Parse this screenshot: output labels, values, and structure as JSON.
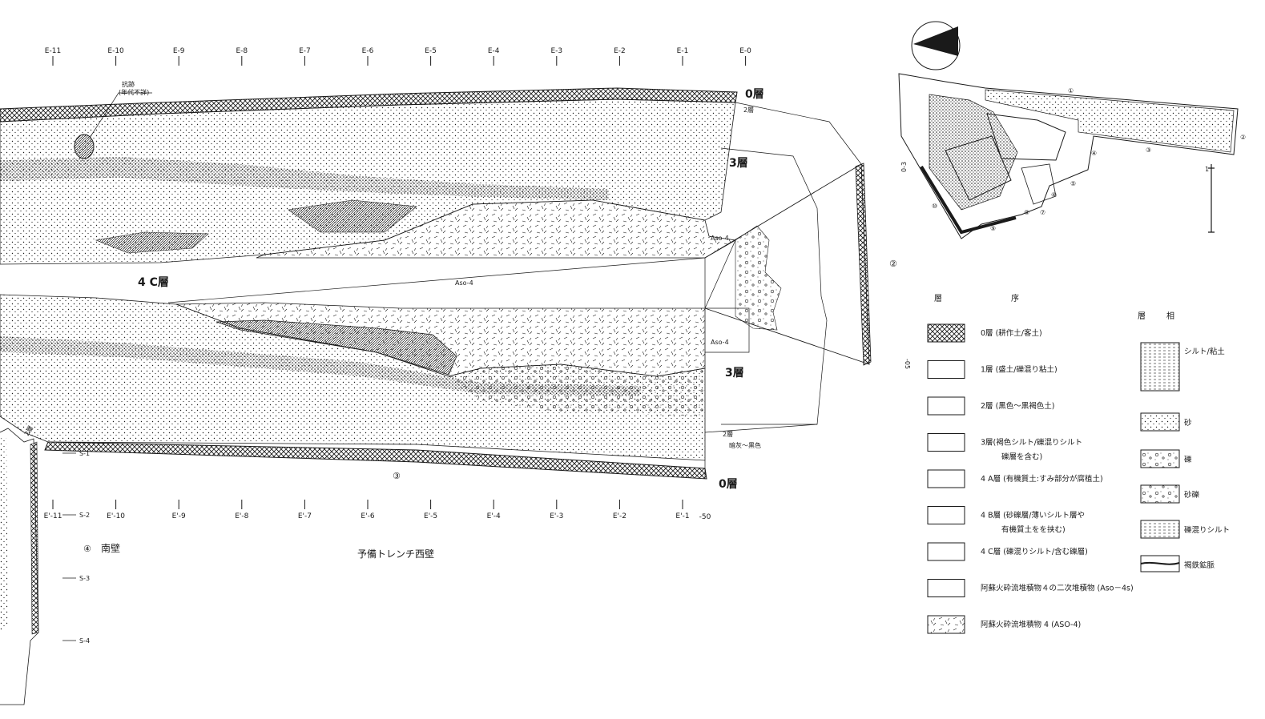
{
  "top_ticks": [
    "E-11",
    "E-10",
    "E-9",
    "E-8",
    "E-7",
    "E-6",
    "E-5",
    "E-4",
    "E-3",
    "E-2",
    "E-1",
    "E-0"
  ],
  "bottom_ticks": [
    "E'-11",
    "E'-10",
    "E'-9",
    "E'-8",
    "E'-7",
    "E'-6",
    "E'-5",
    "E'-4",
    "E'-3",
    "E'-2",
    "E'-1"
  ],
  "bottom_tick_end": "-50",
  "side_ticks": [
    "S-1",
    "S-2",
    "S-3",
    "S-4"
  ],
  "layer_labels": {
    "upper_0": "0層",
    "upper_3": "3層",
    "mid_4c": "4 C層",
    "lower_3": "3層",
    "lower_0": "0層",
    "upper_2": "2層",
    "lower_2": "2層",
    "lower_2_note": "暗灰～黒色",
    "aso_a": "Aso-4",
    "aso_b": "Aso-4",
    "aso_c": "Aso-4",
    "post_note_1": "抗跡",
    "post_note_2": "(年代不詳)",
    "south_wall_2": "2層"
  },
  "section_labels": {
    "west_wall_num": "③",
    "south_wall_num": "④",
    "south_wall_title": "南壁",
    "west_wall_title": "予備トレンチ西壁",
    "plan_num": "②"
  },
  "plan_labels": {
    "circle_1": "①",
    "circle_2": "②",
    "circle_3": "③",
    "circle_4": "④",
    "circle_5": "⑤",
    "circle_6": "⑥",
    "circle_7": "⑦",
    "circle_8": "⑧",
    "circle_9": "⑨",
    "circle_10": "⑩",
    "coord": "0-3",
    "scale_1": "1"
  },
  "legend": {
    "title_left": "層",
    "title_right": "序",
    "facies_title_1": "層",
    "facies_title_2": "相",
    "items": [
      {
        "text": "0層 (耕作土/客土)",
        "pattern": "crosshatch"
      },
      {
        "text": "1層 (盛土/礫混り粘土)",
        "pattern": "blank"
      },
      {
        "text": "2層 (黒色～黒褐色土)",
        "pattern": "blank"
      },
      {
        "text": "3層(褐色シルト/礫混りシルト",
        "text2": "礫層を含む)",
        "pattern": "blank"
      },
      {
        "text": "4 A層 (有機質土:すみ部分が腐植土)",
        "pattern": "blank"
      },
      {
        "text": "4 B層 (砂礫層/薄いシルト層や",
        "text2": "有機質土をを挟む)",
        "pattern": "blank"
      },
      {
        "text": "4 C層 (礫混りシルト/含む礫層)",
        "pattern": "blank"
      },
      {
        "text": "阿蘇火砕流堆積物４の二次堆積物 (Aso－4s)",
        "pattern": "blank"
      },
      {
        "text": "阿蘇火砕流堆積物 4 (ASO-4)",
        "pattern": "dashes"
      }
    ],
    "facies": [
      {
        "text": "シルト/粘土",
        "pattern": "silt"
      },
      {
        "text": "砂",
        "pattern": "sand"
      },
      {
        "text": "礫",
        "pattern": "gravel"
      },
      {
        "text": "砂礫",
        "pattern": "sandgravel"
      },
      {
        "text": "礫混りシルト",
        "pattern": "gravelsilt"
      },
      {
        "text": "褐鉄鉱脈",
        "pattern": "vein"
      }
    ],
    "side_mark": "-05"
  },
  "colors": {
    "ink": "#1a1a1a",
    "paper": "#ffffff"
  }
}
